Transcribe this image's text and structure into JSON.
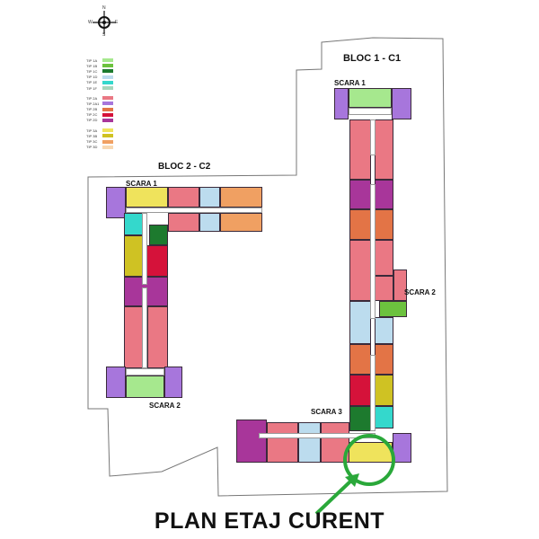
{
  "compass": {
    "n": "N",
    "s": "S",
    "e": "E",
    "w": "W"
  },
  "legend": [
    {
      "id": "1A",
      "label": "TIP 1A",
      "color": "#a6e88e"
    },
    {
      "id": "1B",
      "label": "TIP 1B",
      "color": "#6cc23e"
    },
    {
      "id": "1C",
      "label": "TIP 1C",
      "color": "#1d7a2e"
    },
    {
      "id": "1D",
      "label": "TIP 1D",
      "color": "#bcdcee"
    },
    {
      "id": "1E",
      "label": "TIP 1E",
      "color": "#34d8cc"
    },
    {
      "id": "1F",
      "label": "TIP 1F",
      "color": "#a6d6bc"
    },
    {
      "id": "2A",
      "label": "TIP 2A",
      "color": "#ea7884"
    },
    {
      "id": "2A1",
      "label": "TIP 2A1",
      "color": "#a776dc"
    },
    {
      "id": "2B",
      "label": "TIP 2B",
      "color": "#e37446"
    },
    {
      "id": "2C",
      "label": "TIP 2C",
      "color": "#d5123a"
    },
    {
      "id": "2D",
      "label": "TIP 2D",
      "color": "#a8369a"
    },
    {
      "id": "3A",
      "label": "TIP 3A",
      "color": "#efe35c"
    },
    {
      "id": "3B",
      "label": "TIP 3B",
      "color": "#cfc223"
    },
    {
      "id": "3C",
      "label": "TIP 3C",
      "color": "#f0a062"
    },
    {
      "id": "3D",
      "label": "TIP 3D",
      "color": "#f8d8b2"
    }
  ],
  "labels": {
    "bloc1": "BLOC 1 -  C1",
    "bloc2": "BLOC 2 - C2",
    "c1_scara1": "SCARA 1",
    "c1_scara2": "SCARA 2",
    "c1_scara3": "SCARA 3",
    "c2_scara1": "SCARA 1",
    "c2_scara2": "SCARA 2"
  },
  "highlight_color": "#2aa83a",
  "caption": "PLAN ETAJ CURENT"
}
